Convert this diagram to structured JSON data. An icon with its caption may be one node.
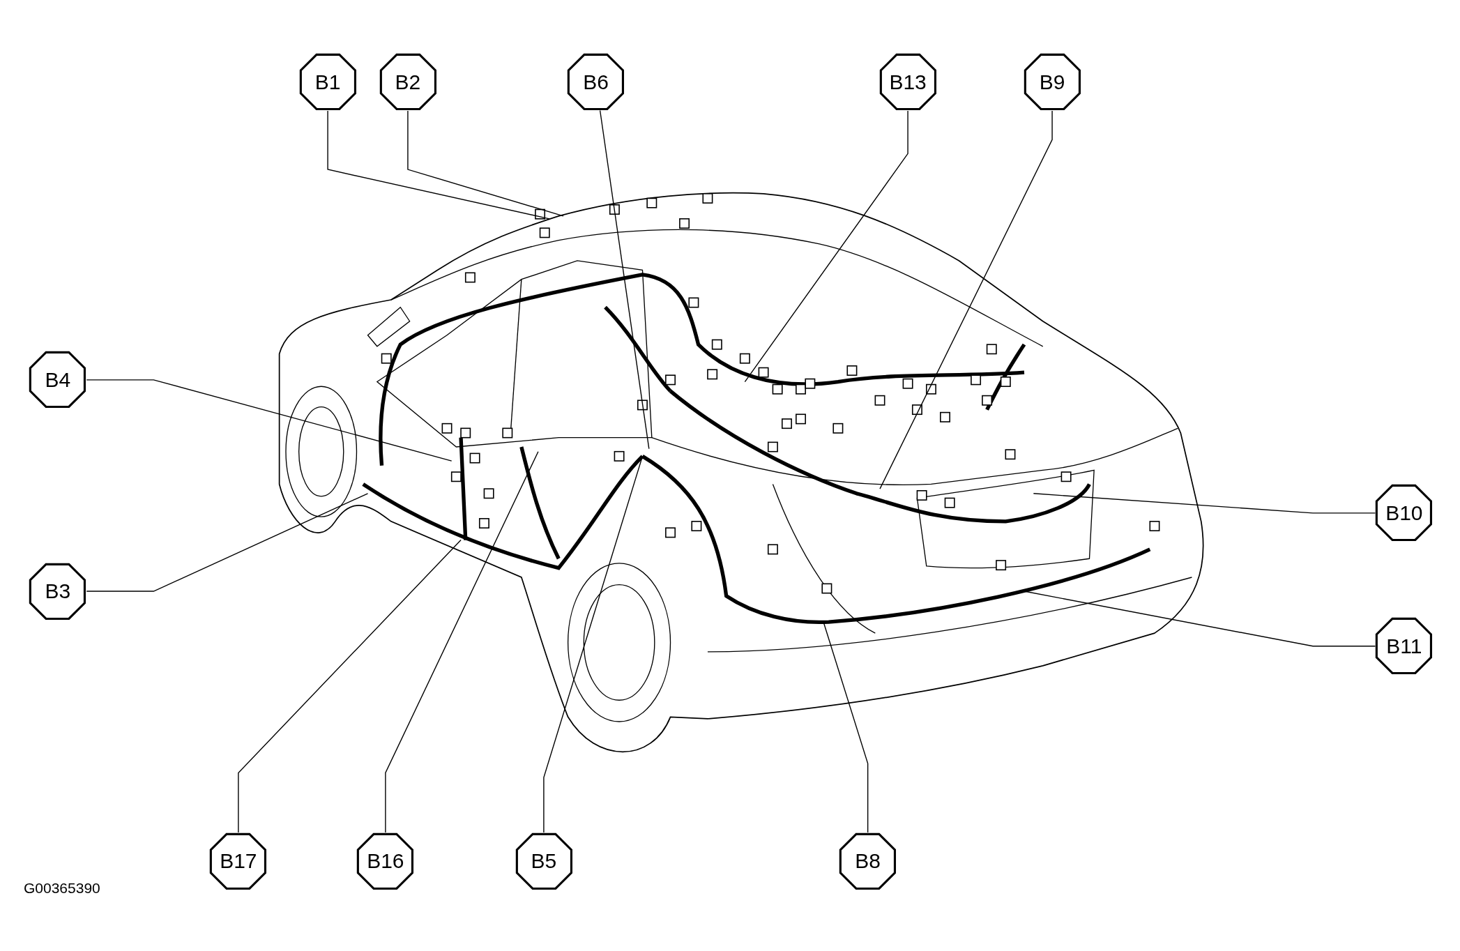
{
  "diagram": {
    "nodes": [
      {
        "text": [
          "B1"
        ]
      },
      {
        "text": [
          "B2"
        ]
      },
      {
        "text": [
          "B6"
        ]
      },
      {
        "text": [
          "B13"
        ]
      },
      {
        "text": [
          "B9"
        ]
      },
      {
        "text": [
          "B4"
        ]
      },
      {
        "text": [
          "B10"
        ]
      },
      {
        "text": [
          "B3"
        ]
      },
      {
        "text": [
          "B11"
        ]
      },
      {
        "text": [
          "B17"
        ]
      },
      {
        "text": [
          "B16"
        ]
      },
      {
        "text": [
          "B5"
        ]
      },
      {
        "text": [
          "B8"
        ]
      }
    ],
    "edges": [
      {
        "from": 0,
        "to": null,
        "arrow": "none"
      },
      {
        "from": 1,
        "to": null,
        "arrow": "none"
      },
      {
        "from": 2,
        "to": null,
        "arrow": "none"
      },
      {
        "from": 3,
        "to": null,
        "arrow": "none"
      },
      {
        "from": 4,
        "to": null,
        "arrow": "none"
      },
      {
        "from": 5,
        "to": null,
        "arrow": "none"
      },
      {
        "from": 6,
        "to": null,
        "arrow": "none"
      },
      {
        "from": 7,
        "to": null,
        "arrow": "none"
      },
      {
        "from": 8,
        "to": null,
        "arrow": "none"
      },
      {
        "from": 9,
        "to": null,
        "arrow": "none"
      },
      {
        "from": 10,
        "to": null,
        "arrow": "none"
      },
      {
        "from": 11,
        "to": null,
        "arrow": "none"
      },
      {
        "from": 12,
        "to": null,
        "arrow": "none"
      }
    ],
    "labels": [
      "G00365390"
    ]
  }
}
